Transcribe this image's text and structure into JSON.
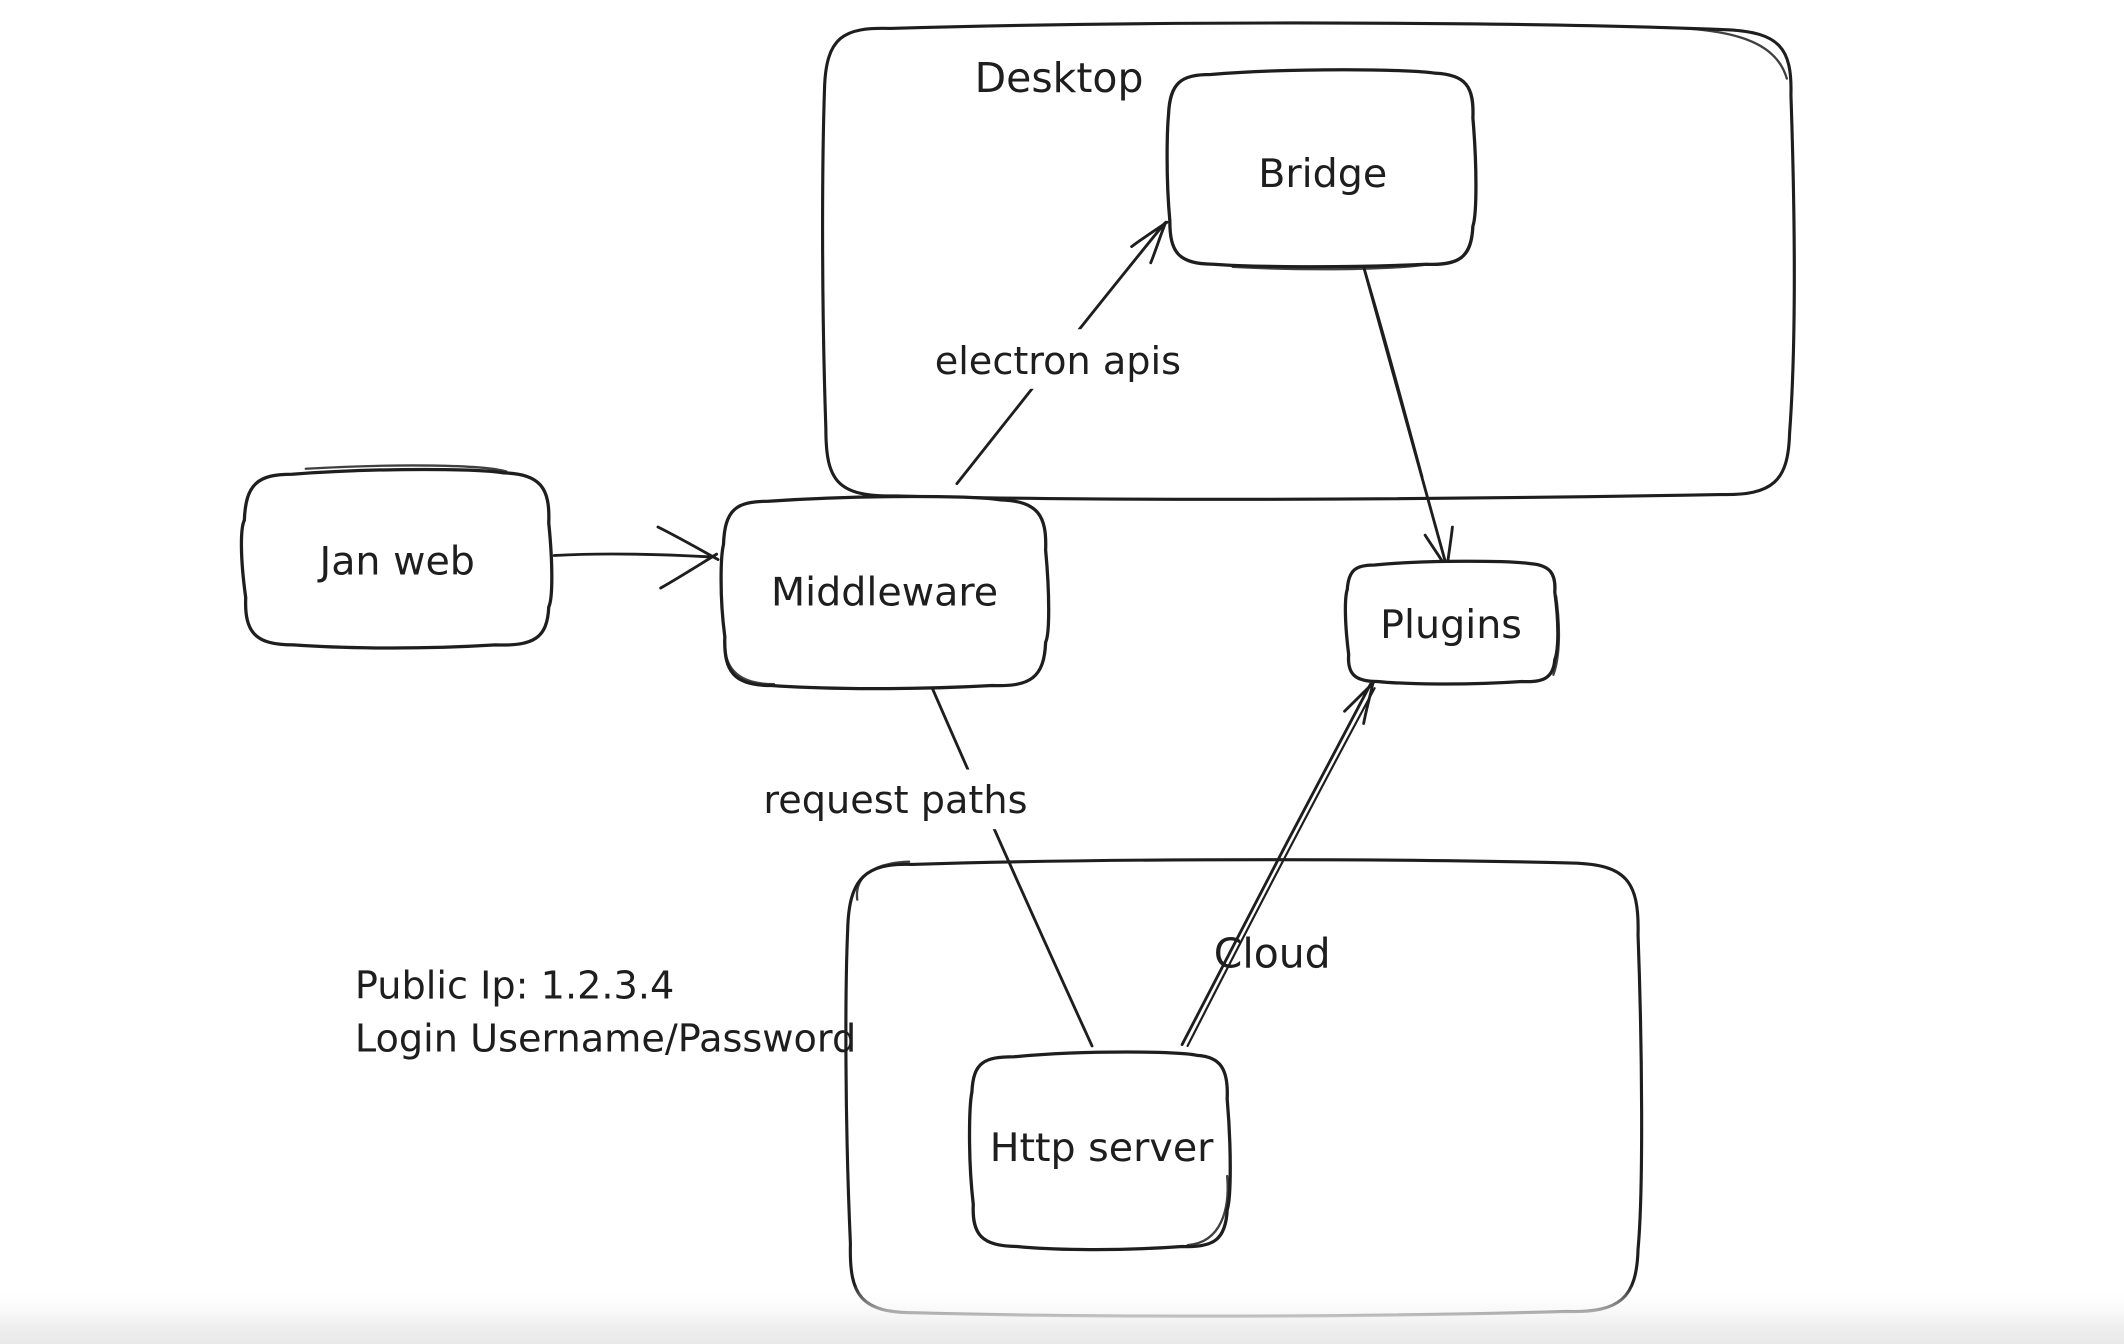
{
  "canvas": {
    "background": "#ffffff",
    "stroke_color": "#1e1e1e",
    "text_color": "#1e1e1e",
    "bottom_fade_color": "#e9e9e9"
  },
  "containers": [
    {
      "id": "desktop",
      "label": "Desktop"
    },
    {
      "id": "cloud",
      "label": "Cloud"
    }
  ],
  "nodes": [
    {
      "id": "jan-web",
      "label": "Jan web"
    },
    {
      "id": "middleware",
      "label": "Middleware"
    },
    {
      "id": "bridge",
      "label": "Bridge"
    },
    {
      "id": "plugins",
      "label": "Plugins"
    },
    {
      "id": "http-server",
      "label": "Http server"
    }
  ],
  "edges": [
    {
      "id": "jan-web-to-middleware",
      "from": "Jan web",
      "to": "Middleware",
      "label": "",
      "arrowhead": "end"
    },
    {
      "id": "middleware-to-bridge",
      "from": "Middleware",
      "to": "Bridge",
      "label": "electron apis",
      "arrowhead": "end"
    },
    {
      "id": "bridge-to-plugins",
      "from": "Bridge",
      "to": "Plugins",
      "label": "",
      "arrowhead": "end"
    },
    {
      "id": "middleware-to-http-server",
      "from": "Middleware",
      "to": "Http server",
      "label": "request paths",
      "arrowhead": "none"
    },
    {
      "id": "http-server-to-plugins",
      "from": "Http server",
      "to": "Plugins",
      "label": "",
      "arrowhead": "end"
    }
  ],
  "notes": [
    {
      "id": "public-ip",
      "text": "Public Ip: 1.2.3.4"
    },
    {
      "id": "login",
      "text": "Login Username/Password"
    }
  ]
}
